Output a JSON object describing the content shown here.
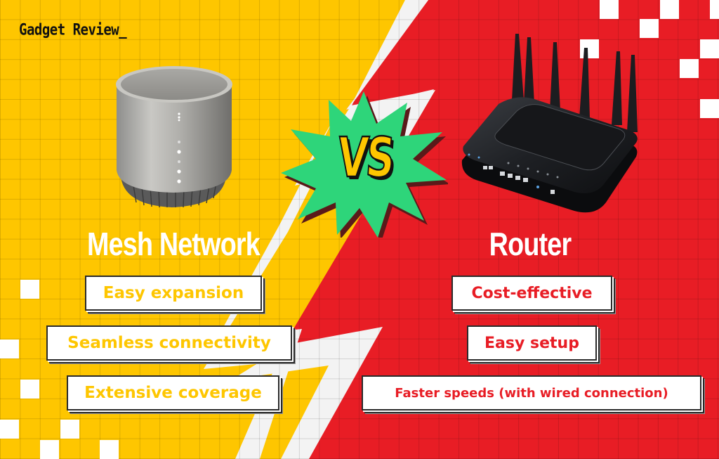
{
  "brand": {
    "logo_text": "Gadget Review_"
  },
  "colors": {
    "left_bg": "#fec600",
    "right_bg": "#e81d25",
    "divider": "#f3f3f3",
    "burst": "#2ed57a",
    "vs_text": "#fec600",
    "tag_bg": "#ffffff"
  },
  "center": {
    "vs_label": "VS"
  },
  "left": {
    "title": "Mesh Network",
    "device_icon": "mesh-node-icon",
    "features": [
      {
        "label": "Easy expansion"
      },
      {
        "label": "Seamless connectivity"
      },
      {
        "label": "Extensive coverage"
      }
    ]
  },
  "right": {
    "title": "Router",
    "device_icon": "router-icon",
    "features": [
      {
        "label": "Cost-effective"
      },
      {
        "label": "Easy setup"
      },
      {
        "label": "Faster speeds (with wired connection)"
      }
    ]
  }
}
